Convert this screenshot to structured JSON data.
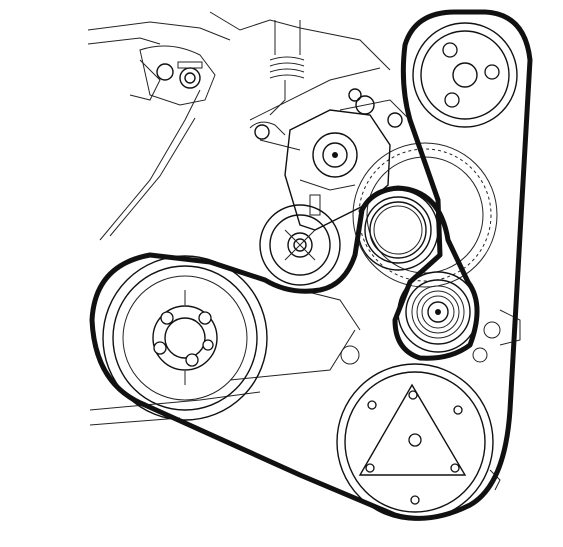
{
  "diagram": {
    "type": "serpentine-belt-routing",
    "components": [
      {
        "id": "top-right-pulley",
        "icon": "three-bolt-pulley"
      },
      {
        "id": "tensioner-assembly",
        "icon": "spring-tensioner"
      },
      {
        "id": "smooth-idler-pulley",
        "icon": "smooth-pulley"
      },
      {
        "id": "grooved-idler-pulley",
        "icon": "grooved-pulley"
      },
      {
        "id": "small-tensioner-pulley",
        "icon": "small-pulley"
      },
      {
        "id": "crankshaft-pulley",
        "icon": "crank-pulley"
      },
      {
        "id": "bottom-right-pulley",
        "icon": "triangle-flange-pulley"
      }
    ],
    "belt": {
      "color": "#111111",
      "style": "thick-outline"
    },
    "line_color": "#222222",
    "background": "#ffffff"
  }
}
